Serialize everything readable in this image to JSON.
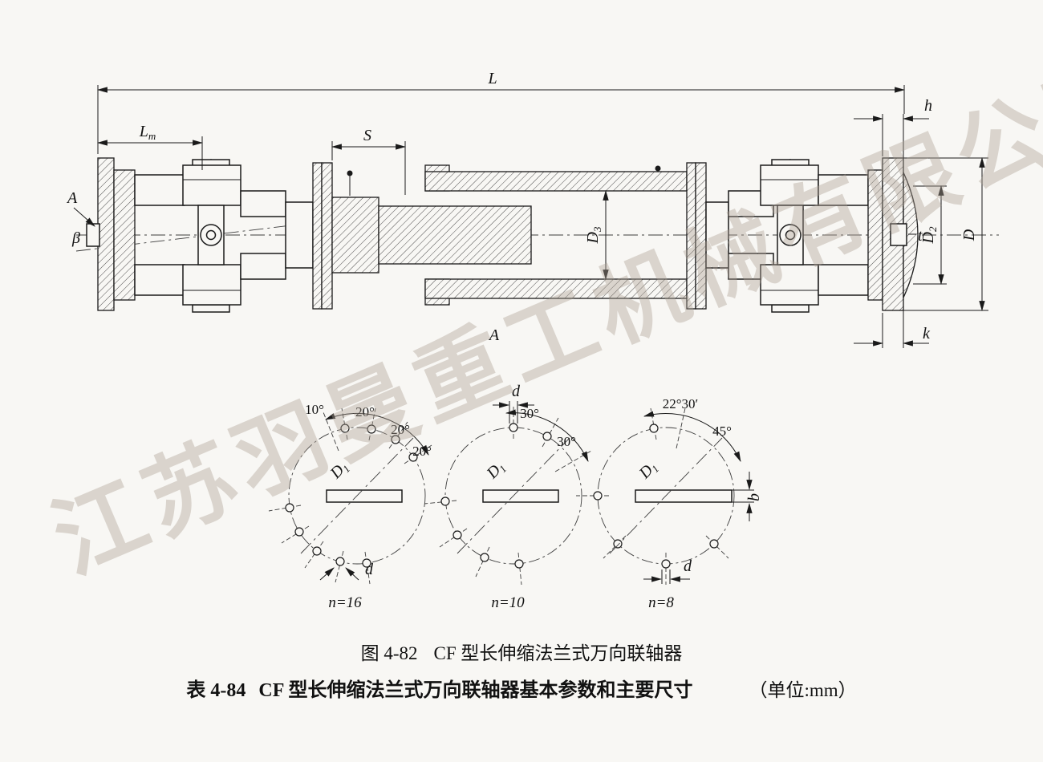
{
  "watermark": {
    "text": "江苏羽曼重工机械有限公司"
  },
  "drawing": {
    "dims": {
      "L": "L",
      "Lm": {
        "main": "L",
        "sub": "m"
      },
      "S": "S",
      "h": "h",
      "beta": "β",
      "view_arrow": "A",
      "D3": {
        "main": "D",
        "sub": "3"
      },
      "D2": {
        "main": "D",
        "sub": "2"
      },
      "D": "D",
      "t": "t",
      "k": "k"
    },
    "section_view_label": "A"
  },
  "bolt_views": [
    {
      "angles": [
        "10°",
        "20°",
        "20°",
        "20°"
      ],
      "hole_dia": "d",
      "circle_dia": {
        "main": "D",
        "sub": "1"
      },
      "count": "n=16"
    },
    {
      "angles": [
        "30°",
        "30°"
      ],
      "hole_dia": "d",
      "circle_dia": {
        "main": "D",
        "sub": "1"
      },
      "count": "n=10"
    },
    {
      "angles": [
        "22°30′",
        "45°"
      ],
      "hole_dia": "d",
      "circle_dia": {
        "main": "D",
        "sub": "1"
      },
      "flange_thk": "b",
      "count": "n=8"
    }
  ],
  "captions": {
    "figure_label": "图 4-82",
    "figure_title": "CF 型长伸缩法兰式万向联轴器",
    "table_label": "表 4-84",
    "table_title": "CF 型长伸缩法兰式万向联轴器基本参数和主要尺寸",
    "unit_note": "（单位:mm）"
  },
  "colors": {
    "ink": "#1a1a1a",
    "paper": "#f8f7f4",
    "watermark": "rgba(172,160,148,0.40)"
  }
}
